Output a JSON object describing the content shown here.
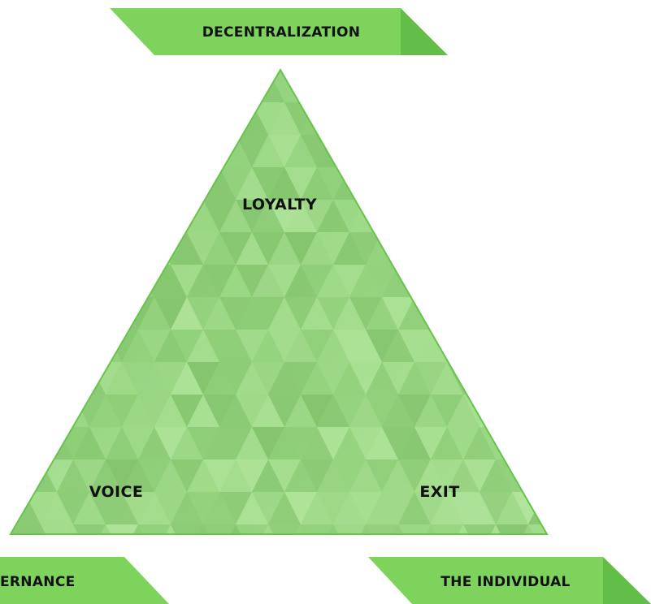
{
  "banners": {
    "top": {
      "label": "DECENTRALIZATION"
    },
    "bottom_left": {
      "label": "ERNANCE"
    },
    "bottom_right": {
      "label": "THE INDIVIDUAL"
    }
  },
  "triangle": {
    "top_label": "LOYALTY",
    "left_label": "VOICE",
    "right_label": "EXIT"
  },
  "colors": {
    "banner_main": "#7dd35c",
    "banner_fold": "#5fb845",
    "triangle_base": "#8fd079",
    "triangle_edge": "#66c44a"
  }
}
